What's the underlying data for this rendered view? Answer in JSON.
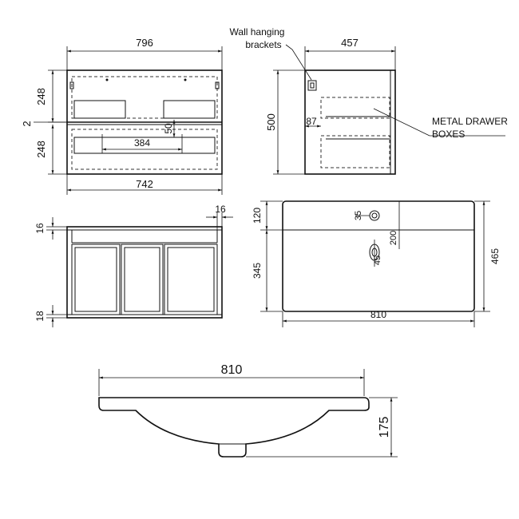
{
  "drawing": {
    "front_view": {
      "width_top": "796",
      "width_bottom": "742",
      "height_upper": "248",
      "gap": "2",
      "height_lower": "248",
      "inner_height": "50",
      "inner_width": "384"
    },
    "side_view": {
      "depth": "457",
      "height": "500",
      "drawer_offset": "87"
    },
    "annotations": {
      "brackets_line1": "Wall hanging",
      "brackets_line2": "brackets",
      "drawer_line1": "METAL DRAWER",
      "drawer_line2": "BOXES"
    },
    "lower_front": {
      "top_rail": "16",
      "right_rail": "16",
      "bottom_rail": "18"
    },
    "basin_plan": {
      "back_strip": "120",
      "tap_hole": "35",
      "tap_to_waste": "200",
      "waste": "45",
      "front_depth": "345",
      "overall_depth": "465",
      "width": "810"
    },
    "basin_section": {
      "width": "810",
      "height": "175"
    }
  }
}
